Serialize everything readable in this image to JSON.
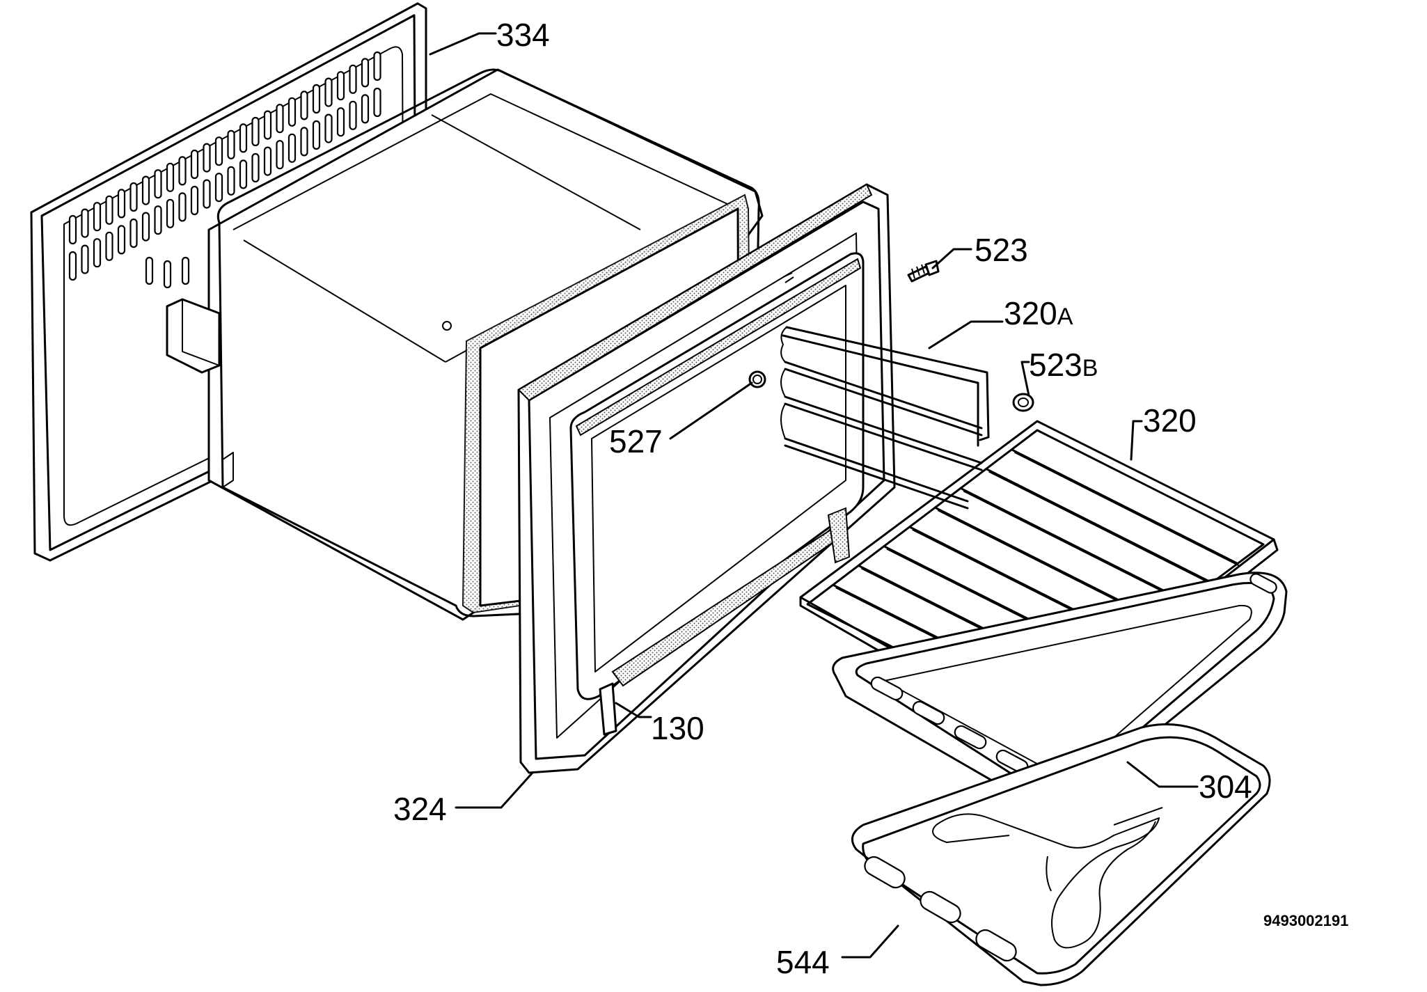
{
  "labels": {
    "p334": "334",
    "p523": "523",
    "p320A": "320",
    "p320A_suffix": "A",
    "p523B": "523",
    "p523B_suffix": "B",
    "p320": "320",
    "p527": "527",
    "p130": "130",
    "p304": "304",
    "p324": "324",
    "p544": "544"
  },
  "doc_number": "9493002191"
}
